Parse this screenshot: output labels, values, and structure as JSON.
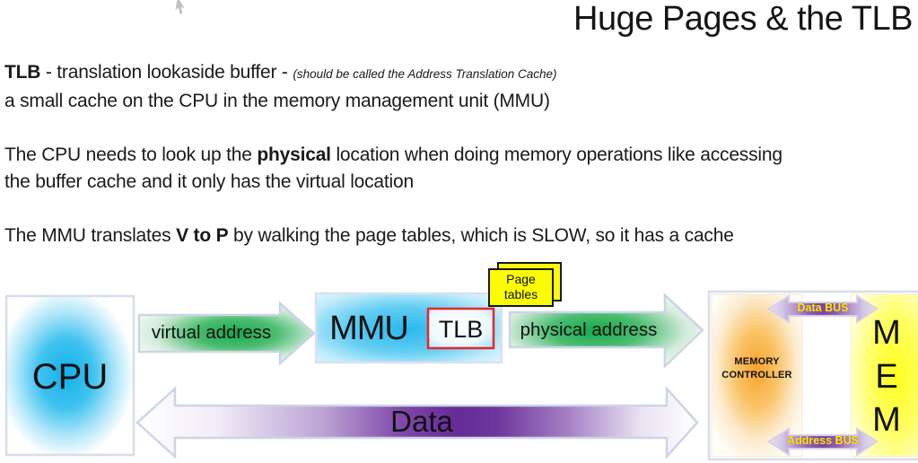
{
  "slide": {
    "title": "Huge Pages & the TLB",
    "body": {
      "p1_bold": "TLB",
      "p1_rest": " - translation lookaside buffer - ",
      "p1_note": "(should be called the Address Translation Cache)",
      "p1_line2": "a small cache on the CPU in the memory management unit (MMU)",
      "p2_pre": "The CPU needs to look up the ",
      "p2_bold": "physical",
      "p2_post": " location when doing memory operations like accessing",
      "p2_line2": "the buffer cache and it only has the virtual location",
      "p3_pre": "The MMU translates ",
      "p3_bold": "V to P",
      "p3_post": " by walking the page tables, which is SLOW, so it has a cache"
    }
  },
  "diagram": {
    "cpu_label": "CPU",
    "mmu_label": "MMU",
    "tlb_label": "TLB",
    "page_tables_label": "Page\ntables",
    "virtual_address_label": "virtual address",
    "physical_address_label": "physical address",
    "data_label": "Data",
    "memory_controller_label": "MEMORY\nCONTROLLER",
    "mem_label": "M\nE\nM",
    "data_bus_label": "Data BUS",
    "address_bus_label": "Address BUS"
  },
  "colors": {
    "cpu_blue": "#2bb7ea",
    "mmu_blue": "#41c6f2",
    "tlb_border_red": "#e8262b",
    "page_note_yellow": "#fbfb06",
    "address_arrow_green": "#1faf54",
    "data_arrow_purple": "#652b97",
    "bus_purple": "#7d46a4",
    "bus_text_yellow": "#ffe900",
    "controller_orange": "#f7a42c",
    "mem_yellow": "#ffff1e",
    "box_outline_gray": "#d8dde9"
  }
}
